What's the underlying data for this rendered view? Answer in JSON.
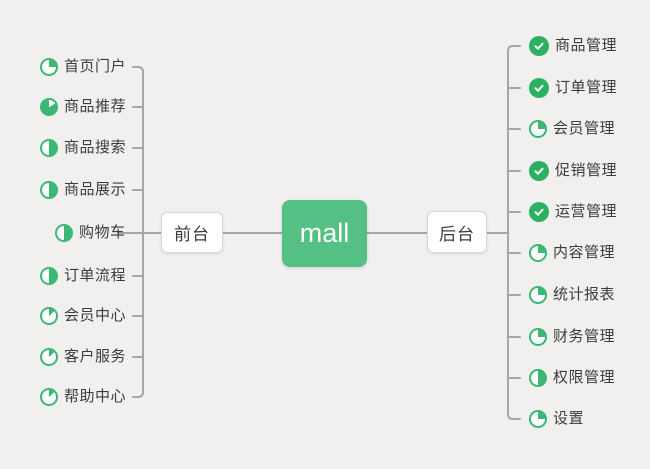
{
  "canvas": {
    "background": "#f1f0ee",
    "line_color": "#a6a6a6",
    "accent_green_pie": "#3bb873",
    "accent_green_check": "#2cb161",
    "accent_green_root": "#54c084"
  },
  "root": {
    "label": "mall"
  },
  "branches": {
    "left": {
      "label": "前台",
      "items": [
        {
          "label": "首页门户",
          "icon": "progress-25-icon",
          "icon_class": "icon pie p25"
        },
        {
          "label": "商品推荐",
          "icon": "progress-83-icon",
          "icon_class": "icon pie p83"
        },
        {
          "label": "商品搜索",
          "icon": "progress-50-icon",
          "icon_class": "icon pie p50"
        },
        {
          "label": "商品展示",
          "icon": "progress-50-icon",
          "icon_class": "icon pie p50"
        },
        {
          "label": "购物车",
          "icon": "progress-50-icon",
          "icon_class": "icon pie p50"
        },
        {
          "label": "订单流程",
          "icon": "progress-50-icon",
          "icon_class": "icon pie p50"
        },
        {
          "label": "会员中心",
          "icon": "progress-12-icon",
          "icon_class": "icon pie p12"
        },
        {
          "label": "客户服务",
          "icon": "progress-12-icon",
          "icon_class": "icon pie p12"
        },
        {
          "label": "帮助中心",
          "icon": "progress-12-icon",
          "icon_class": "icon pie p12"
        }
      ]
    },
    "right": {
      "label": "后台",
      "items": [
        {
          "label": "商品管理",
          "icon": "check-icon",
          "icon_class": "icon check"
        },
        {
          "label": "订单管理",
          "icon": "check-icon",
          "icon_class": "icon check"
        },
        {
          "label": "会员管理",
          "icon": "progress-25-icon",
          "icon_class": "icon pie p25"
        },
        {
          "label": "促销管理",
          "icon": "check-icon",
          "icon_class": "icon check"
        },
        {
          "label": "运营管理",
          "icon": "check-icon",
          "icon_class": "icon check"
        },
        {
          "label": "内容管理",
          "icon": "progress-25-icon",
          "icon_class": "icon pie p25"
        },
        {
          "label": "统计报表",
          "icon": "progress-25-icon",
          "icon_class": "icon pie p25"
        },
        {
          "label": "财务管理",
          "icon": "progress-25-icon",
          "icon_class": "icon pie p25"
        },
        {
          "label": "权限管理",
          "icon": "progress-50-icon",
          "icon_class": "icon pie p50"
        },
        {
          "label": "设置",
          "icon": "progress-25-icon",
          "icon_class": "icon pie p25"
        }
      ]
    }
  }
}
